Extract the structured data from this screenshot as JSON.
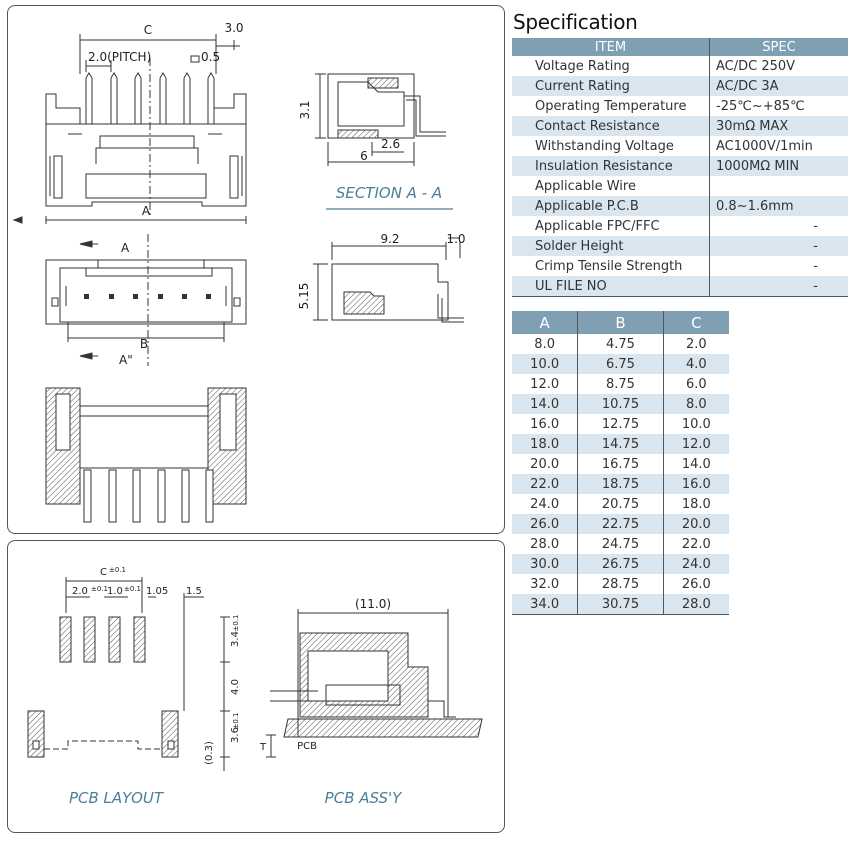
{
  "drawing": {
    "top_view": {
      "dim_c": "C",
      "dim_3_0": "3.0",
      "dim_pitch": "2.0(PITCH)",
      "dim_0_5": "0.5",
      "dim_a": "A"
    },
    "section": {
      "dim_3_1": "3.1",
      "dim_6": "6",
      "dim_2_6": "2.6",
      "caption": "SECTION A - A"
    },
    "front_view": {
      "arrow_a": "A",
      "dim_b": "B",
      "arrow_a2": "A\""
    },
    "side_view": {
      "dim_9_2": "9.2",
      "dim_1_0": "1.0",
      "dim_5_15": "5.15"
    },
    "pcb_layout": {
      "dim_c": "C",
      "dim_c_tol": "±0.1",
      "dim_2_0": "2.0",
      "dim_2_0_tol": "±0.1",
      "dim_1_0": "1.0",
      "dim_1_0_tol": "±0.1",
      "dim_1_05": "1.05",
      "dim_1_5": "1.5",
      "dim_3_4": "3.4",
      "dim_3_4_tol": "±0.1",
      "dim_4_0": "4.0",
      "dim_3_6": "3.6",
      "dim_3_6_tol": "±0.1",
      "dim_0_3": "(0.3)",
      "caption": "PCB LAYOUT"
    },
    "pcb_assy": {
      "dim_11_0": "(11.0)",
      "dim_t": "T",
      "pcb_label": "PCB",
      "caption": "PCB ASS'Y"
    }
  },
  "spec": {
    "title": "Specification",
    "header": {
      "item": "ITEM",
      "spec": "SPEC"
    },
    "rows": [
      {
        "item": "Voltage Rating",
        "value": "AC/DC 250V"
      },
      {
        "item": "Current Rating",
        "value": "AC/DC 3A"
      },
      {
        "item": "Operating Temperature",
        "value": "-25℃~+85℃"
      },
      {
        "item": "Contact Resistance",
        "value": "30mΩ MAX"
      },
      {
        "item": "Withstanding Voltage",
        "value": "AC1000V/1min"
      },
      {
        "item": "Insulation Resistance",
        "value": "1000MΩ MIN"
      },
      {
        "item": "Applicable Wire",
        "value": ""
      },
      {
        "item": "Applicable P.C.B",
        "value": "0.8~1.6mm"
      },
      {
        "item": "Applicable FPC/FFC",
        "value": "-"
      },
      {
        "item": "Solder Height",
        "value": "-"
      },
      {
        "item": "Crimp Tensile Strength",
        "value": "-"
      },
      {
        "item": "UL FILE NO",
        "value": "-"
      }
    ]
  },
  "dims_table": {
    "headers": [
      "A",
      "B",
      "C"
    ],
    "rows": [
      [
        "8.0",
        "4.75",
        "2.0"
      ],
      [
        "10.0",
        "6.75",
        "4.0"
      ],
      [
        "12.0",
        "8.75",
        "6.0"
      ],
      [
        "14.0",
        "10.75",
        "8.0"
      ],
      [
        "16.0",
        "12.75",
        "10.0"
      ],
      [
        "18.0",
        "14.75",
        "12.0"
      ],
      [
        "20.0",
        "16.75",
        "14.0"
      ],
      [
        "22.0",
        "18.75",
        "16.0"
      ],
      [
        "24.0",
        "20.75",
        "18.0"
      ],
      [
        "26.0",
        "22.75",
        "20.0"
      ],
      [
        "28.0",
        "24.75",
        "22.0"
      ],
      [
        "30.0",
        "26.75",
        "24.0"
      ],
      [
        "32.0",
        "28.75",
        "26.0"
      ],
      [
        "34.0",
        "30.75",
        "28.0"
      ]
    ]
  }
}
